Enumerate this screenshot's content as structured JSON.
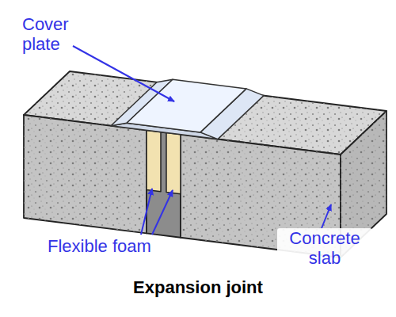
{
  "diagram": {
    "caption": "Expansion joint",
    "labels": [
      "Cover plate",
      "Flexible foam",
      "Concrete slab"
    ]
  }
}
